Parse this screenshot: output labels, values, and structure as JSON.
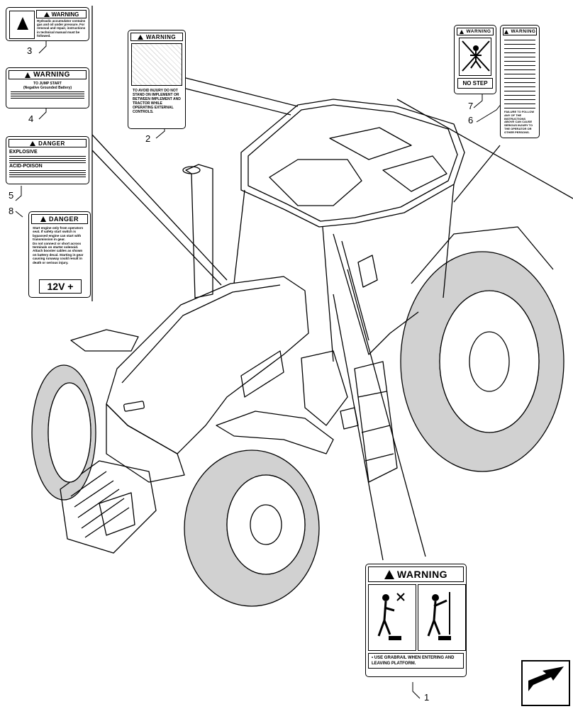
{
  "callouts": [
    "3",
    "4",
    "2",
    "5",
    "8",
    "7",
    "6",
    "1"
  ],
  "decal_3": {
    "header": "WARNING",
    "text": "Hydraulic accumulator contains gas and oil under pressure. For removal and repair, instructions in technical manual must be followed."
  },
  "decal_4": {
    "header": "WARNING",
    "title": "TO JUMP START",
    "subtitle": "(Negative Grounded Battery)"
  },
  "decal_2": {
    "header": "WARNING",
    "text": "TO AVOID INJURY DO NOT STAND ON IMPLEMENT OR BETWEEN IMPLEMENT AND TRACTOR WHILE OPERATING EXTERNAL CONTROLS."
  },
  "decal_5": {
    "header": "DANGER",
    "explosive": "EXPLOSIVE",
    "acid": "ACID-POISON"
  },
  "decal_8": {
    "header": "DANGER",
    "bullets": [
      "Start engine only from operators seat. If safety start switch is bypassed engine can start with transmission in gear.",
      "Do not connect or short across terminals on starter solenoid.",
      "Attach booster cables as shown on battery decal. Starting in gear causing runaway could result in death or serious injury."
    ],
    "voltage": "12V +"
  },
  "decal_7": {
    "header": "WARNING",
    "footer": "NO STEP"
  },
  "decal_6": {
    "header": "WARNING",
    "footer": "FAILURE TO FOLLOW ANY OF THE INSTRUCTIONS ABOVE CAN CAUSE SERIOUS INJURY TO THE OPERATOR OR OTHER PERSONS."
  },
  "decal_1": {
    "header": "WARNING",
    "text": "• USE GRABRAIL WHEN ENTERING AND LEAVING PLATFORM."
  },
  "icons": [
    "next-page-arrow-icon"
  ]
}
